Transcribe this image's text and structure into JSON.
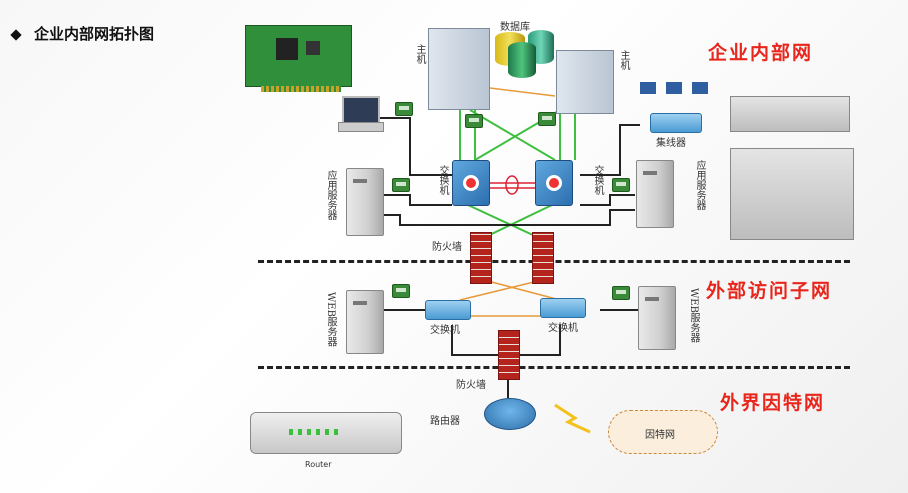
{
  "page": {
    "title": "企业内部网拓扑图"
  },
  "zones": {
    "internal": "企业内部网",
    "dmz": "外部访问子网",
    "internet": "外界因特网"
  },
  "labels": {
    "database": "数据库",
    "host_left": "主机",
    "host_right": "主机",
    "hub": "集线器",
    "switch_core_left": "交换机",
    "switch_core_right": "交换机",
    "app_server_left": "应用服务器",
    "app_server_right": "应用服务器",
    "firewall_top": "防火墙",
    "web_server_left": "WEB服务器",
    "web_server_right": "WEB服务器",
    "switch_dmz_left": "交换机",
    "switch_dmz_right": "交换机",
    "firewall_bottom": "防火墙",
    "router": "路由器",
    "internet_cloud": "因特网",
    "router_device": "Router"
  },
  "colors": {
    "zone_title": "#e8261c",
    "link_green": "#3fbf3f",
    "link_orange": "#e89a3a",
    "link_black": "#222222",
    "firewall": "#b5241c"
  }
}
